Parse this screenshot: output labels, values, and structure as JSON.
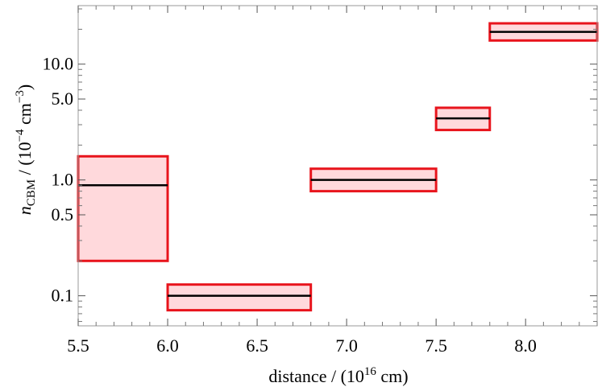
{
  "chart_data": {
    "type": "step",
    "title": "",
    "xlabel": "distance / (10",
    "xlabel_sup": "16",
    "xlabel_tail": " cm)",
    "ylabel_var": "n",
    "ylabel_sub": "CBM",
    "ylabel_mid": " / (10",
    "ylabel_sup1": "−4",
    "ylabel_unit": " cm",
    "ylabel_sup2": "−3",
    "ylabel_end": ")",
    "y_scale": "log",
    "xlim": [
      5.5,
      8.4
    ],
    "ylim": [
      0.055,
      32
    ],
    "grid": false,
    "x_ticks": [
      {
        "value": 5.5,
        "label": "5.5"
      },
      {
        "value": 6.0,
        "label": "6.0"
      },
      {
        "value": 6.5,
        "label": "6.5"
      },
      {
        "value": 7.0,
        "label": "7.0"
      },
      {
        "value": 7.5,
        "label": "7.5"
      },
      {
        "value": 8.0,
        "label": "8.0"
      }
    ],
    "y_ticks": [
      {
        "value": 0.1,
        "label": "0.1"
      },
      {
        "value": 0.5,
        "label": "0.5"
      },
      {
        "value": 1.0,
        "label": "1.0"
      },
      {
        "value": 5.0,
        "label": "5.0"
      },
      {
        "value": 10.0,
        "label": "10.0"
      }
    ],
    "bins": [
      {
        "x0": 5.5,
        "x1": 6.0,
        "value": 0.9,
        "lower": 0.2,
        "upper": 1.6
      },
      {
        "x0": 6.0,
        "x1": 6.8,
        "value": 0.1,
        "lower": 0.075,
        "upper": 0.125
      },
      {
        "x0": 6.8,
        "x1": 7.5,
        "value": 1.0,
        "lower": 0.8,
        "upper": 1.25
      },
      {
        "x0": 7.5,
        "x1": 7.8,
        "value": 3.4,
        "lower": 2.7,
        "upper": 4.2
      },
      {
        "x0": 7.8,
        "x1": 8.4,
        "value": 19.0,
        "lower": 16.0,
        "upper": 22.5
      }
    ],
    "colors": {
      "band_fill": "#ffd9dc",
      "band_stroke": "#e8141c",
      "central_line": "#000000",
      "frame": "#9a9a9a"
    }
  }
}
